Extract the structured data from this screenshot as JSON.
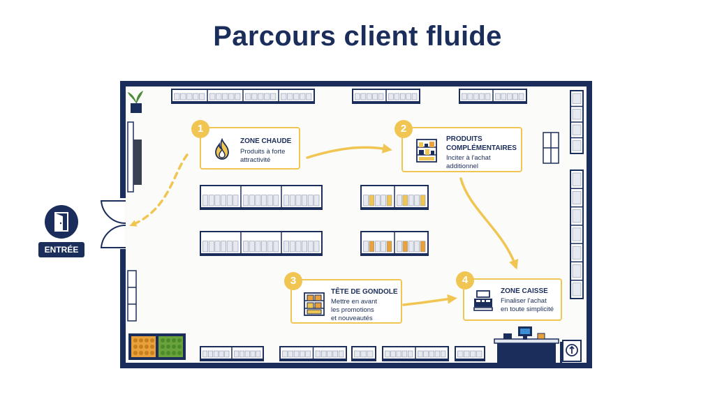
{
  "title": "Parcours client fluide",
  "entrance": {
    "label": "ENTRÉE",
    "icon": "door-icon"
  },
  "steps": [
    {
      "number": "1",
      "title_lines": [
        "ZONE CHAUDE"
      ],
      "desc_lines": [
        "Produits à forte",
        "attractivité"
      ],
      "icon": "flame-icon"
    },
    {
      "number": "2",
      "title_lines": [
        "PRODUITS",
        "COMPLÉMENTAIRES"
      ],
      "desc_lines": [
        "Inciter à l'achat",
        "additionnel"
      ],
      "icon": "shelf-icon"
    },
    {
      "number": "3",
      "title_lines": [
        "TÊTE DE GONDOLE"
      ],
      "desc_lines": [
        "Mettre en avant",
        "les promotions",
        "et nouveautés"
      ],
      "icon": "boxes-icon"
    },
    {
      "number": "4",
      "title_lines": [
        "ZONE CAISSE"
      ],
      "desc_lines": [
        "Finaliser l'achat",
        "en toute simplicité"
      ],
      "icon": "register-icon"
    }
  ],
  "colors": {
    "navy": "#1b2d5a",
    "accent": "#f0c552",
    "floor": "#fbfbf9",
    "orange": "#e9a23b",
    "green": "#6aa33c"
  }
}
